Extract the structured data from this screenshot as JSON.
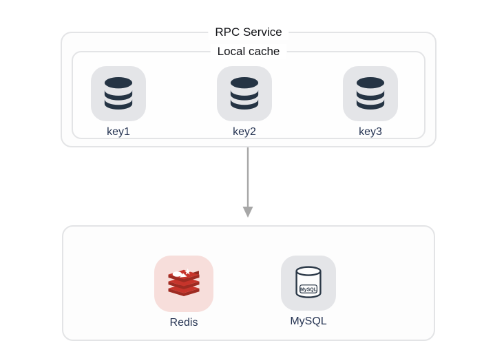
{
  "diagram": {
    "rpc_service_group": {
      "title": "RPC Service",
      "local_cache_group": {
        "title": "Local cache",
        "nodes": [
          {
            "label": "key1",
            "icon": "database-icon"
          },
          {
            "label": "key2",
            "icon": "database-icon"
          },
          {
            "label": "key3",
            "icon": "database-icon"
          }
        ]
      }
    },
    "connector": {
      "type": "arrow-down"
    },
    "storage_group": {
      "nodes": [
        {
          "label": "Redis",
          "icon": "redis-icon"
        },
        {
          "label": "MySQL",
          "icon": "mysql-icon",
          "icon_text": "MySQL"
        }
      ]
    },
    "colors": {
      "group_border": "#e3e4e6",
      "title_text": "#121317",
      "label_text": "#253352",
      "node_tile_gray": "#e4e5e8",
      "node_tile_pink": "#f7dedb",
      "database_icon_fill": "#253444",
      "mysql_icon_stroke": "#2c3948",
      "redis_red": "#c6342b",
      "redis_dark_red": "#9e2b22",
      "arrow": "#a7a7a7"
    }
  }
}
